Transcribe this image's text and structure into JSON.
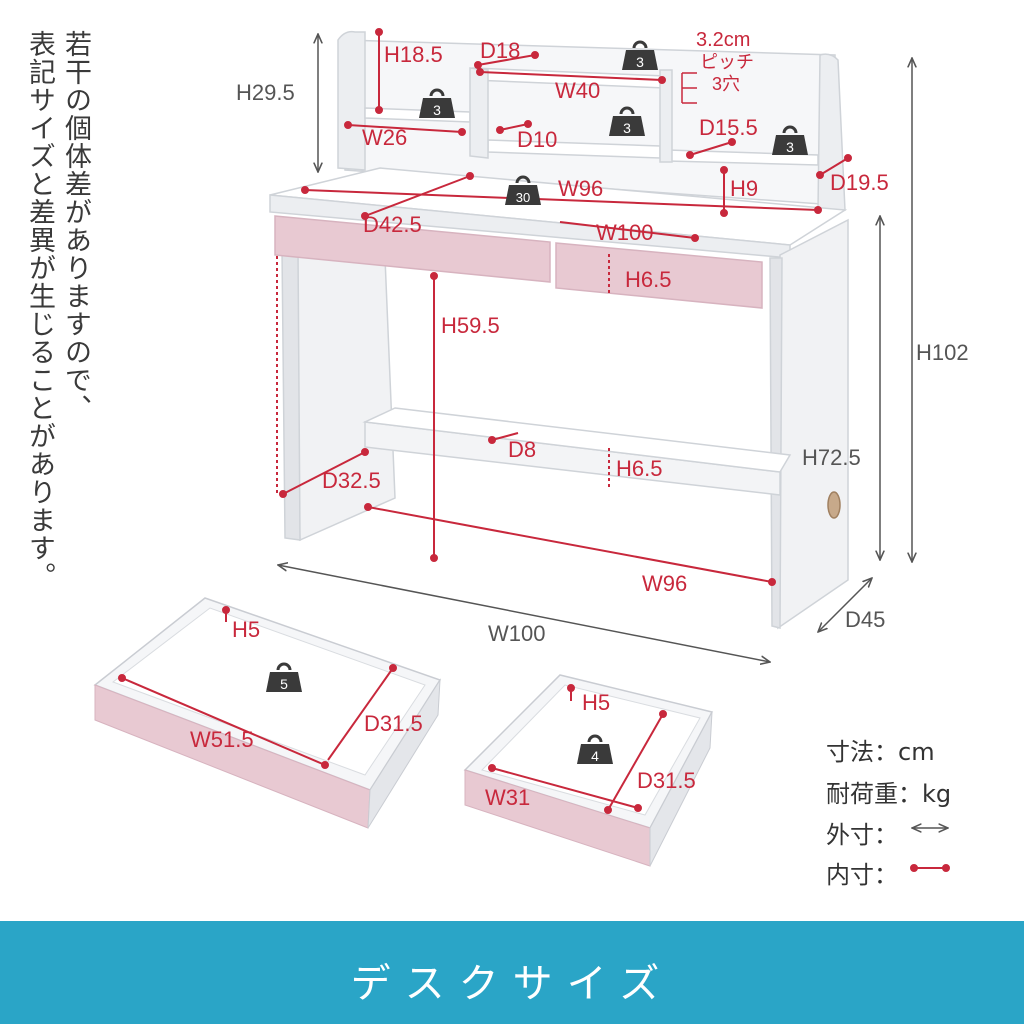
{
  "note_lines": [
    "若干の個体差がありますので、",
    "表記サイズと差異が生じることがあります。"
  ],
  "labels": {
    "h295": "H29.5",
    "h185": "H18.5",
    "d18": "D18",
    "pitch1": "3.2cm",
    "pitch2": "ピッチ",
    "pitch3": "3穴",
    "w40": "W40",
    "w26": "W26",
    "d10": "D10",
    "d155": "D15.5",
    "w96top": "W96",
    "h9": "H9",
    "d195": "D19.5",
    "d425": "D42.5",
    "w100top": "W100",
    "h102": "H102",
    "h65drawer": "H6.5",
    "h595": "H59.5",
    "d8": "D8",
    "h65bar": "H6.5",
    "h725": "H72.5",
    "d325": "D32.5",
    "w96bottom": "W96",
    "d45": "D45",
    "w100bottom": "W100",
    "h5a": "H5",
    "d315a": "D31.5",
    "w515": "W51.5",
    "h5b": "H5",
    "d315b": "D31.5",
    "w31": "W31"
  },
  "loads": {
    "shelf_left": "3",
    "shelf_center_top": "3",
    "shelf_center_mid": "3",
    "shelf_right": "3",
    "desktop": "30",
    "drawer_large": "5",
    "drawer_small": "4"
  },
  "legend": {
    "unit": "寸法：cm",
    "load": "耐荷重：kg",
    "outer": "外寸：",
    "inner": "内寸："
  },
  "footer_title": "デスクサイズ",
  "colors": {
    "dimension_red": "#c8283c",
    "outer_gray": "#555555",
    "drawer_pink": "#e8c9d2",
    "banner": "#2aa5c7"
  },
  "icons": {
    "weight": "weight-icon",
    "outer": "double-arrow-icon",
    "inner": "red-line-dot-icon"
  }
}
